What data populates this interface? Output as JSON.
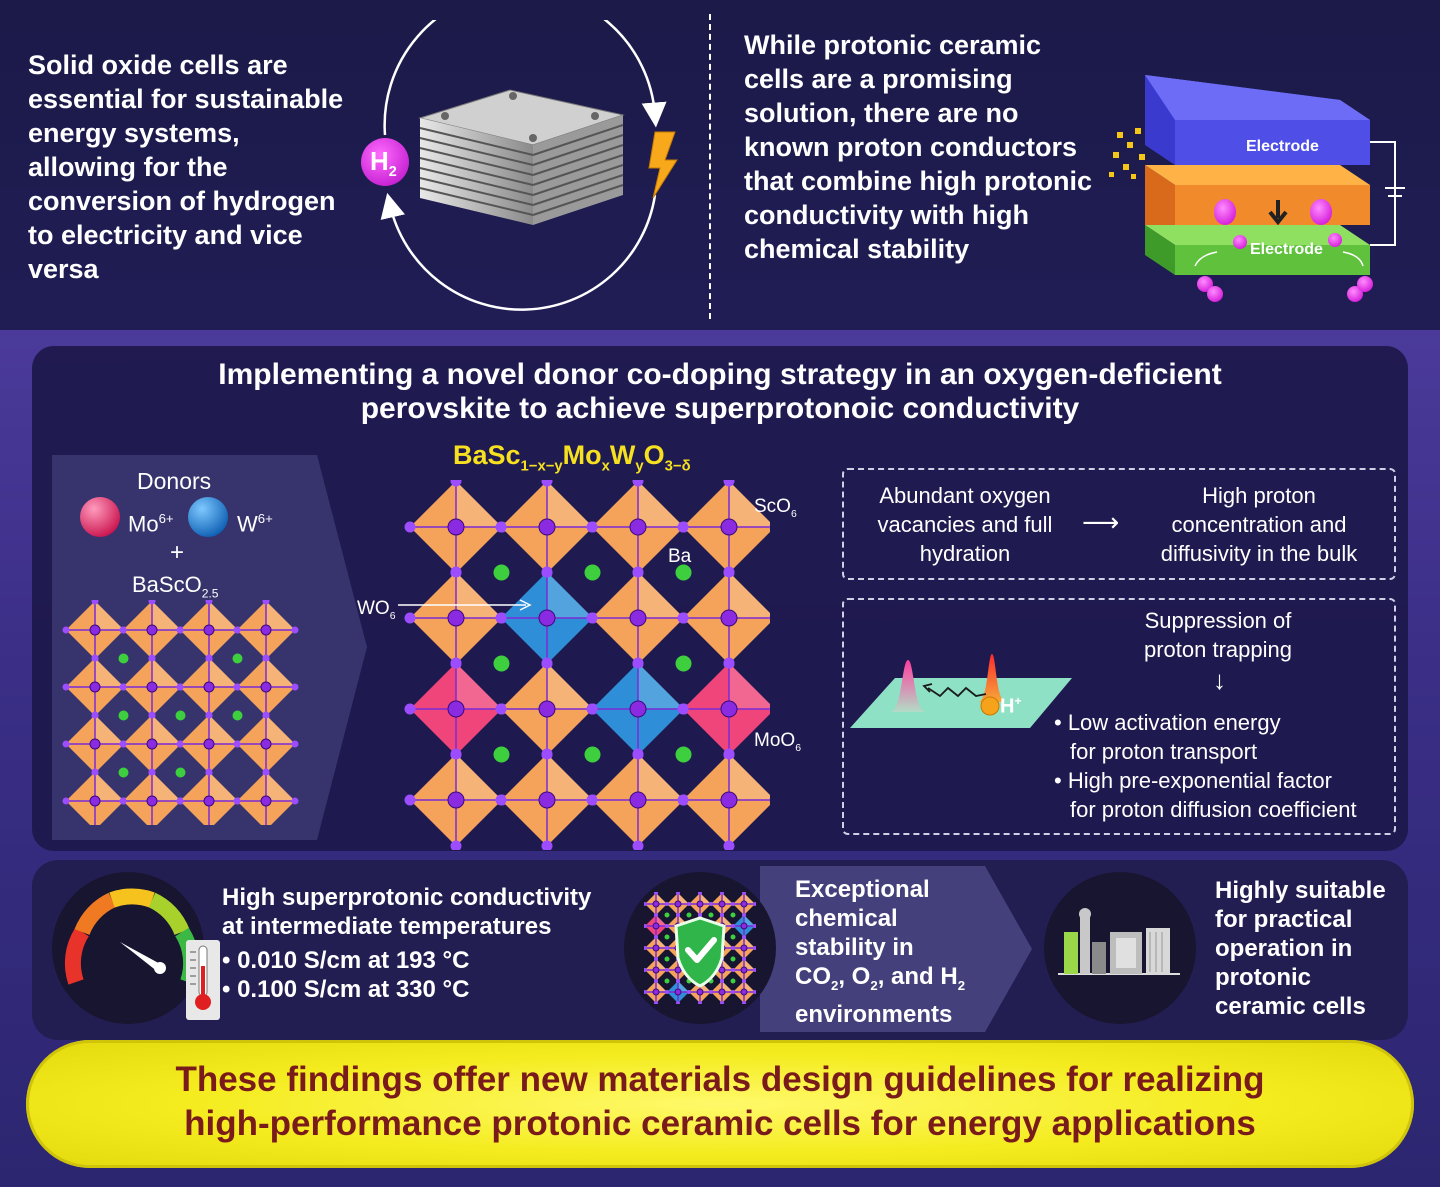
{
  "intro": {
    "left_text": "Solid oxide cells are essential for sustainable energy systems, allowing for the conversion of hydrogen to electricity and vice versa",
    "h2_label": "H",
    "h2_sub": "2",
    "right_text": "While protonic ceramic cells are a promising solution, there are no known proton conductors that combine high protonic conductivity with high chemical stability",
    "electrode_top": "Electrode",
    "electrode_bottom": "Electrode"
  },
  "strategy": {
    "headline_line1": "Implementing a novel donor co-doping strategy in an oxygen-deficient",
    "headline_line2": "perovskite to achieve superprotonoic conductivity",
    "donors_title": "Donors",
    "mo_label": "Mo",
    "mo_charge": "6+",
    "w_label": "W",
    "w_charge": "6+",
    "plus": "+",
    "host_label": "BaScO",
    "host_sub": "2.5",
    "formula_parts": [
      "BaSc",
      "1−x−y",
      "Mo",
      "x",
      "W",
      "y",
      "O",
      "3−δ"
    ],
    "sco6_label": "ScO",
    "sco6_sub": "6",
    "ba_label": "Ba",
    "wo6_label": "WO",
    "wo6_sub": "6",
    "moo6_label": "MoO",
    "moo6_sub": "6"
  },
  "mechanism": {
    "box1_left": "Abundant oxygen vacancies and full hydration",
    "box1_arrow": "⟶",
    "box1_right": "High proton concentration and diffusivity in the bulk",
    "box2_title": "Suppression of proton trapping",
    "box2_arrow": "↓",
    "hplus": "H",
    "hplus_charge": "+",
    "bullet1_line1": "• Low activation energy",
    "bullet1_line2": "for proton transport",
    "bullet2_line1": "• High pre-exponential factor",
    "bullet2_line2": "for proton diffusion coefficient"
  },
  "highlights": {
    "conductivity_title_l1": "High superprotonic conductivity",
    "conductivity_title_l2": "at intermediate temperatures",
    "value1": "• 0.010 S/cm at 193 °C",
    "value2": "• 0.100 S/cm at 330 °C",
    "stability_l1": "Exceptional",
    "stability_l2": "chemical",
    "stability_l3": "stability in",
    "stability_co": "CO",
    "stability_o": ", O",
    "stability_and": ", and H",
    "stability_sub": "2",
    "stability_l5": "environments",
    "practical_l1": "Highly suitable",
    "practical_l2": "for practical",
    "practical_l3": "operation in",
    "practical_l4": "protonic",
    "practical_l5": "ceramic cells"
  },
  "conclusion": {
    "line1": "These findings offer new materials design guidelines for realizing",
    "line2": "high-performance protonic ceramic cells for energy applications"
  },
  "colors": {
    "orange_octa": "#f5a35a",
    "pink_octa": "#f0457a",
    "blue_octa": "#2e8fd8",
    "purple_atom": "#8a2be2",
    "green_atom": "#3ecf3e",
    "banner_yellow": "#f4ec1e",
    "banner_text": "#7a1b1b"
  }
}
